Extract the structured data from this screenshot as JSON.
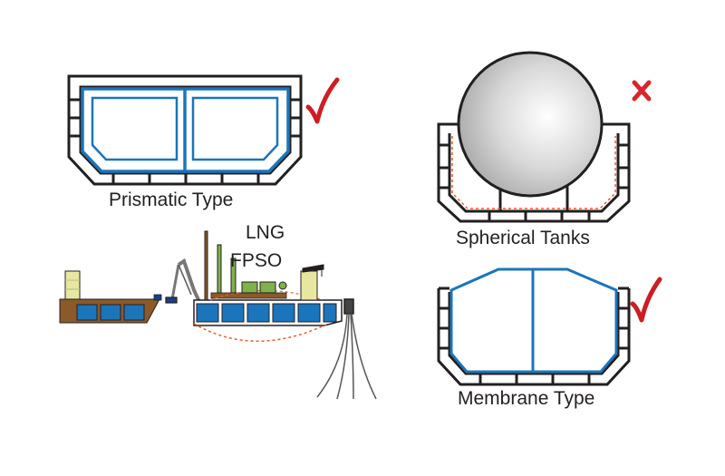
{
  "labels": {
    "prismatic": "Prismatic Type",
    "spherical": "Spherical Tanks",
    "membrane": "Membrane Type",
    "lng": "LNG",
    "fpso": "FPSO"
  },
  "marks": {
    "prismatic": "check",
    "spherical": "cross",
    "membrane": "check"
  },
  "colors": {
    "hull_outline": "#231f20",
    "tank_blue": "#1b75bb",
    "check_red": "#cc1e24",
    "cross_red": "#d7262b",
    "sphere_gray": "#c8c8c8",
    "barge_brown": "#8b5a2b",
    "lng_dash": "#f15a24",
    "cargo_yellow": "#e8e7a2",
    "topside_green": "#7fb24a"
  }
}
